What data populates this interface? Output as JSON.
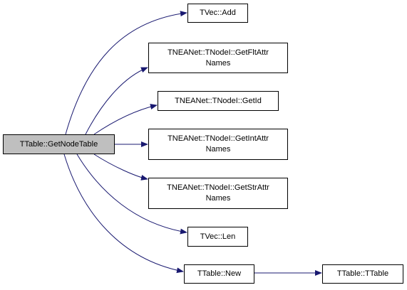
{
  "colors": {
    "edge": "#191970",
    "root_fill": "#bfbfbf",
    "node_fill": "#ffffff",
    "border": "#000000"
  },
  "nodes": {
    "get_node_table": {
      "label": "TTable::GetNodeTable"
    },
    "tvec_add": {
      "label": "TVec::Add"
    },
    "get_flt_attr_names": {
      "label": "TNEANet::TNodeI::GetFltAttr\nNames"
    },
    "get_id": {
      "label": "TNEANet::TNodeI::GetId"
    },
    "get_int_attr_names": {
      "label": "TNEANet::TNodeI::GetIntAttr\nNames"
    },
    "get_str_attr_names": {
      "label": "TNEANet::TNodeI::GetStrAttr\nNames"
    },
    "tvec_len": {
      "label": "TVec::Len"
    },
    "ttable_new": {
      "label": "TTable::New"
    },
    "ttable_ttable": {
      "label": "TTable::TTable"
    }
  }
}
